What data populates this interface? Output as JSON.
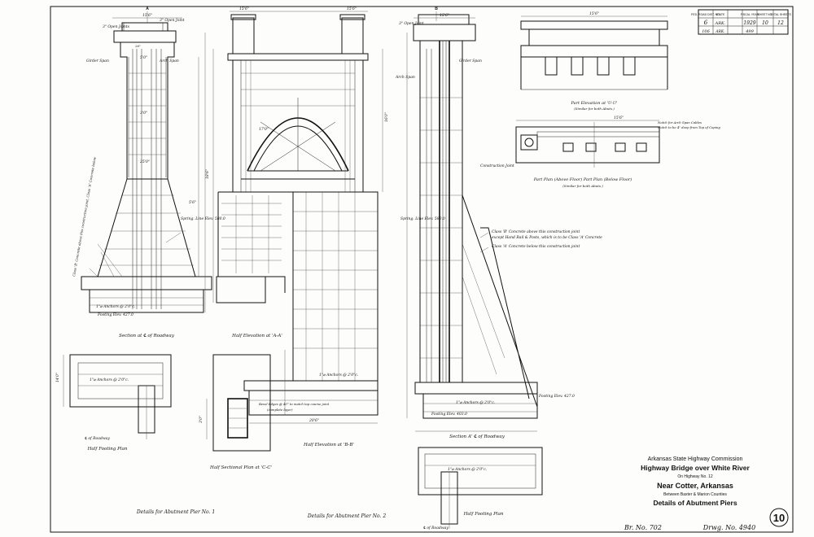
{
  "title_block": {
    "commission": "Arkansas State Highway Commission",
    "project": "Highway Bridge over White River",
    "highway": "On Highway No. 12",
    "location": "Near Cotter, Arkansas",
    "between": "Between Baxter & Marion Counties",
    "sheet_subject": "Details of Abutment Piers",
    "br_no": "Br. No. 702",
    "drwg_no": "Drwg. No. 4940",
    "sheet_number": "10"
  },
  "revision_table": {
    "header": [
      "FED. ROAD DIST. NO.",
      "STATE",
      "",
      "FISCAL YEAR",
      "SHEET NO.",
      "TOTAL SHEETS"
    ],
    "row1": [
      "6",
      "ARK.",
      "",
      "1929",
      "10",
      "12"
    ],
    "row2": [
      "106",
      "ARK.",
      "",
      "499",
      "",
      ""
    ]
  },
  "views": {
    "section_roadway": "Section at ℄ of Roadway",
    "half_elev_aa": "Half Elevation at 'A-A'",
    "half_elev_bb": "Half Elevation at 'B-B'",
    "section_a_roadway": "Section A' ℄ of Roadway",
    "part_elev_uu": "Part Elevation at 'U-U'",
    "part_elev_note": "(Similar for both Abuts.)",
    "part_plan": "Part Plan (Above Floor)   Part Plan (Below Floor)",
    "part_plan_note": "(Similar for both Abuts.)",
    "half_footing_plan_1": "Half Footing Plan",
    "half_sectional_plan": "Half Sectional Plan at 'C-C'",
    "half_footing_plan_2": "Half Footing Plan",
    "details_pier1": "Details for Abutment Pier No. 1",
    "details_pier2": "Details for Abutment Pier No. 2"
  },
  "notes": {
    "open_joint_1": "3\" Open Joints",
    "open_joint_2": "3\" Open Joint",
    "open_joint_3": "3\" Open Joint",
    "girder_span": "Girder Span",
    "arch_span": "Arch Span",
    "arch_span_2": "Arch Span",
    "girder_span_2": "Girder Span",
    "spring_line_1": "Spring. Line Elev. 580.0",
    "spring_line_2": "Spring. Line Elev. 580.0",
    "const_joint": "Construction Joint",
    "class_b_note": "Class 'B' Concrete above this construction joint",
    "class_b_note_2": "except Hand Rail & Posts, which is to be Class 'A' Concrete",
    "class_a_note": "Class 'A' Concrete below this construction joint",
    "anchors_1": "1\"⌀ Anchors @ 2'0\"c.",
    "anchors_2": "1\"⌀ Anchors @ 2'0\"c.",
    "anchors_3": "1\"⌀ Anchors @ 2'0\"c.",
    "anchors_4": "1\"⌀ Anchors @ 2'0\"c.",
    "anchors_5": "1\"⌀ Anchors @ 2'0\"c.",
    "footing_elev_1": "Footing Elev. 427.0",
    "footing_elev_2": "Footing Elev. 403.0",
    "footing_elev_3": "Footing Elev. 427.0",
    "roadway_1": "℄ of Roadway",
    "roadway_2": "℄ of Roadway",
    "vert_note": "Class 'B' Concrete above this construction joint, Class 'A' Concrete below",
    "notch_note": "Notch for Arch Span Cables",
    "notch_note_2": "Notch to be 4\" deep from Top of Coping",
    "bevel_note": "Bevel Edges @ 45° to match top course joint",
    "bevel_note_2": "(complete layer)",
    "mark_a": "A",
    "mark_b": "B",
    "top_ref": "26\"",
    "dims": [
      "15'6\"",
      "15'6\"",
      "15'6\"",
      "15'6\"",
      "15'6\"",
      "15'6\"",
      "16'0\"",
      "18'6\"",
      "5'0\"",
      "3'0\"",
      "25'0\"",
      "20'6\"",
      "14'0\"",
      "3'0\"",
      "5'6\"",
      "17'0\""
    ]
  }
}
